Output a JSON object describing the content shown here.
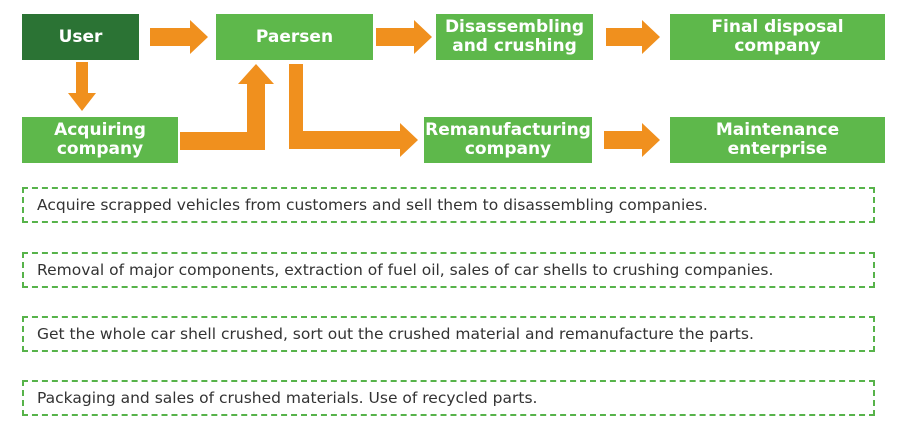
{
  "colors": {
    "node_fill": "#5eb84b",
    "node_dark_fill": "#2b7334",
    "arrow": "#f0901e",
    "dashed_border": "#57b34a",
    "description_text": "#333333"
  },
  "nodes": {
    "user": "User",
    "paersen": "Paersen",
    "disassembling_line1": "Disassembling",
    "disassembling_line2": "and crushing",
    "final_disposal": "Final disposal company",
    "acquiring_line1": "Acquiring",
    "acquiring_line2": "company",
    "remanufacturing_line1": "Remanufacturing",
    "remanufacturing_line2": "company",
    "maintenance": "Maintenance enterprise"
  },
  "descriptions": [
    "Acquire scrapped vehicles from customers and sell them to disassembling companies.",
    "Removal of major components, extraction of fuel oil, sales of car shells to crushing companies.",
    "Get the whole car shell crushed, sort out the crushed material and remanufacture the parts.",
    "Packaging and sales of crushed materials. Use of recycled parts."
  ]
}
